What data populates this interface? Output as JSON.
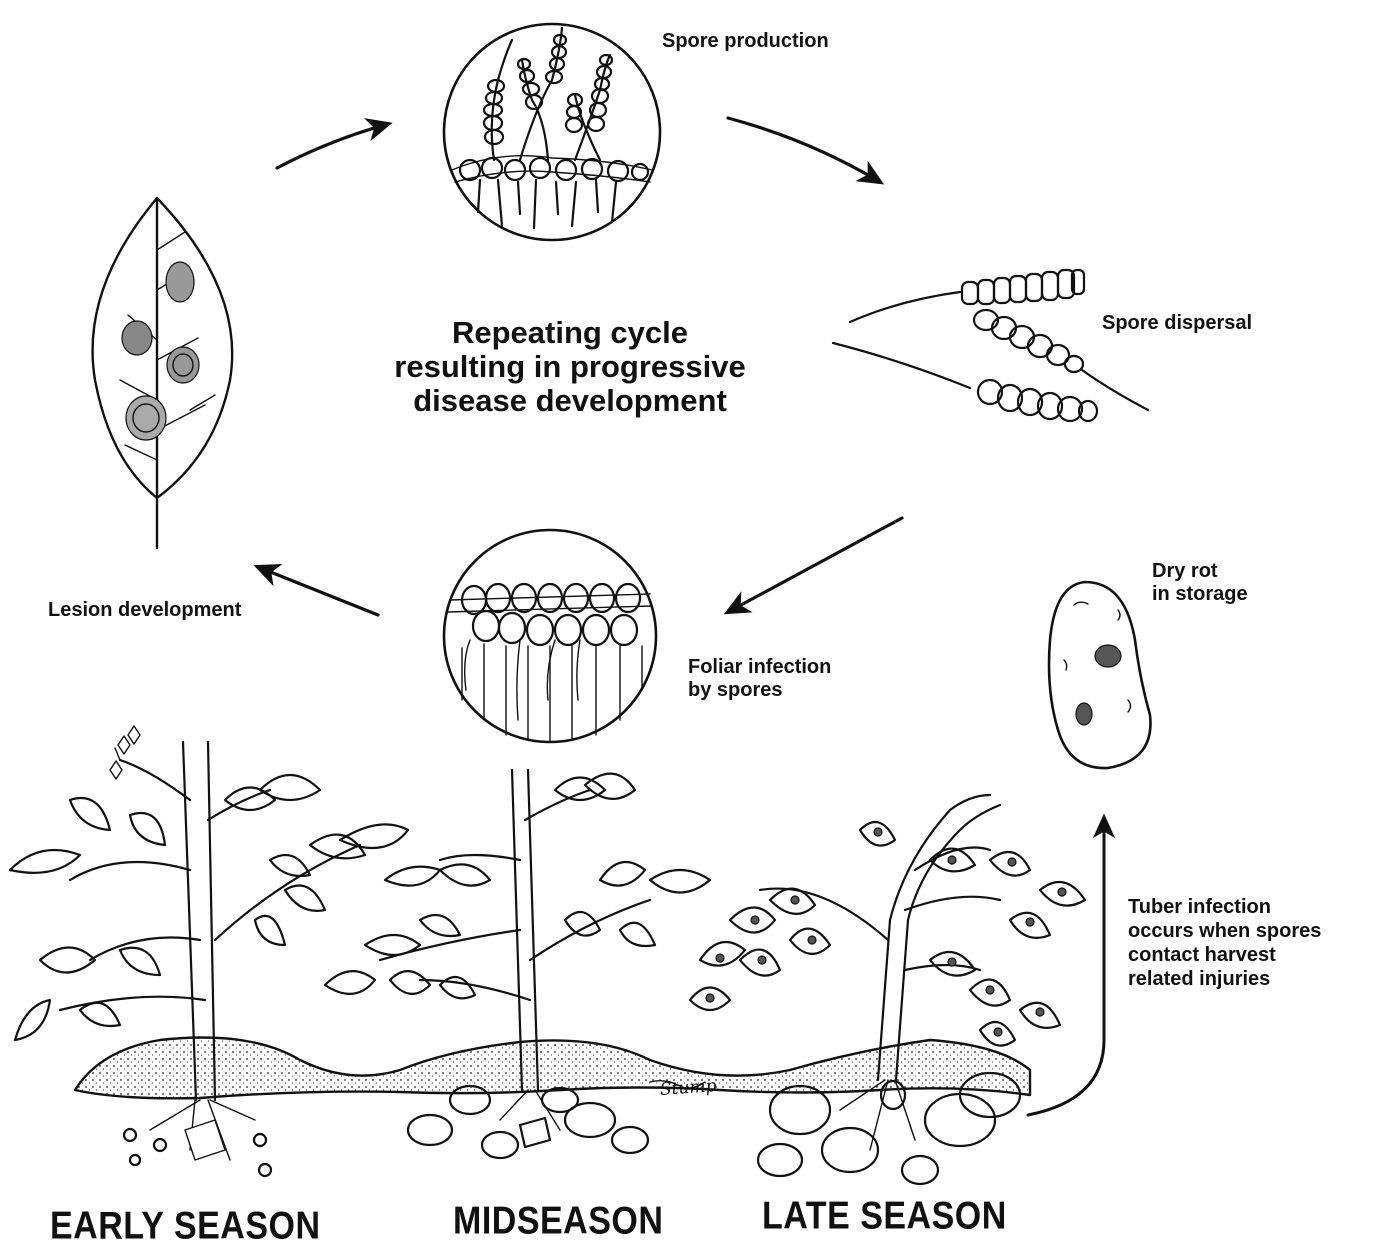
{
  "labels": {
    "spore_production": "Spore production",
    "spore_dispersal": "Spore dispersal",
    "cycle_title": [
      "Repeating cycle",
      "resulting in progressive",
      "disease development"
    ],
    "lesion_development": "Lesion development",
    "foliar_infection": [
      "Foliar infection",
      "by spores"
    ],
    "dry_rot": [
      "Dry rot",
      "in storage"
    ],
    "tuber_infection": [
      "Tuber infection",
      "occurs when spores",
      "contact harvest",
      "related injuries"
    ],
    "artist_signature": "Stump"
  },
  "seasons": {
    "early": "EARLY SEASON",
    "mid": "MIDSEASON",
    "late": "LATE SEASON"
  }
}
